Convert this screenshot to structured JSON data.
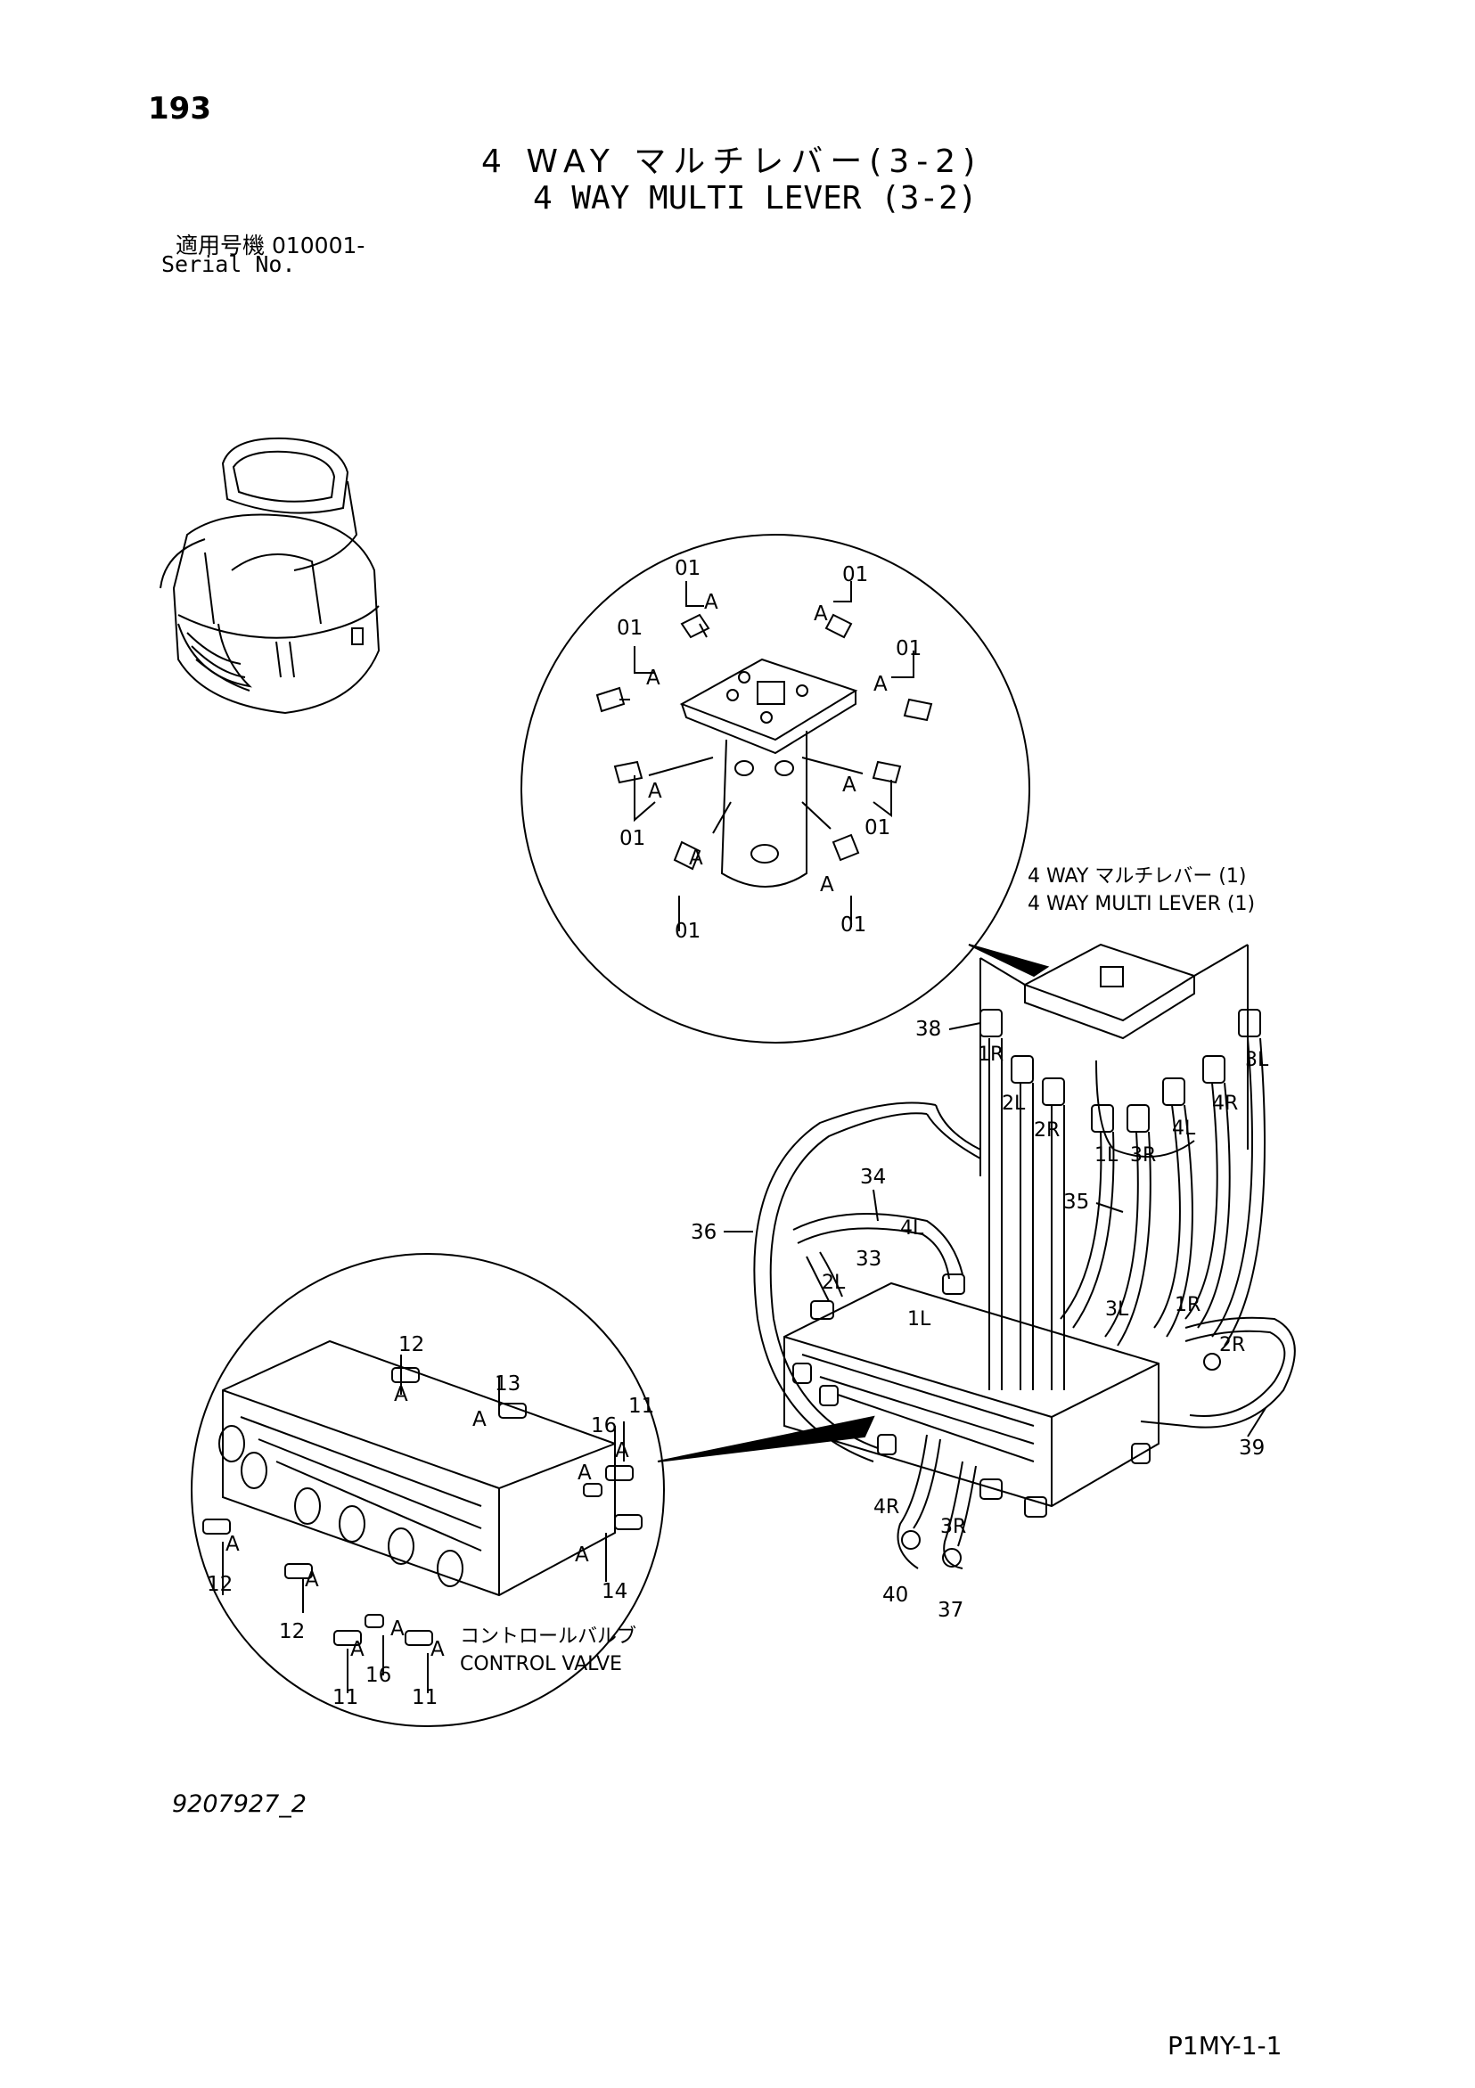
{
  "header": {
    "page_number": "193",
    "title_ja": "4 WAY マルチレバー(3-2)",
    "title_en": "4 WAY MULTI LEVER (3-2)",
    "serial_ja": "適用号機  010001-",
    "serial_en": "Serial No."
  },
  "callouts": {
    "lever_ja": "4 WAY マルチレバー (1)",
    "lever_en": "4 WAY MULTI LEVER (1)",
    "valve_ja": "コントロールバルブ",
    "valve_en": "CONTROL VALVE"
  },
  "parts": {
    "p01": "01",
    "p11": "11",
    "p12": "12",
    "p13": "13",
    "p14": "14",
    "p16": "16",
    "p33": "33",
    "p34": "34",
    "p35": "35",
    "p36": "36",
    "p37": "37",
    "p38": "38",
    "p39": "39",
    "p40": "40",
    "a": "A"
  },
  "ports": {
    "r1": "1R",
    "l1": "1L",
    "r2": "2R",
    "l2": "2L",
    "r3": "3R",
    "l3": "3L",
    "r4": "4R",
    "l4": "4L"
  },
  "footer": {
    "drawing_number": "9207927_2",
    "page_code": "P1MY-1-1"
  }
}
